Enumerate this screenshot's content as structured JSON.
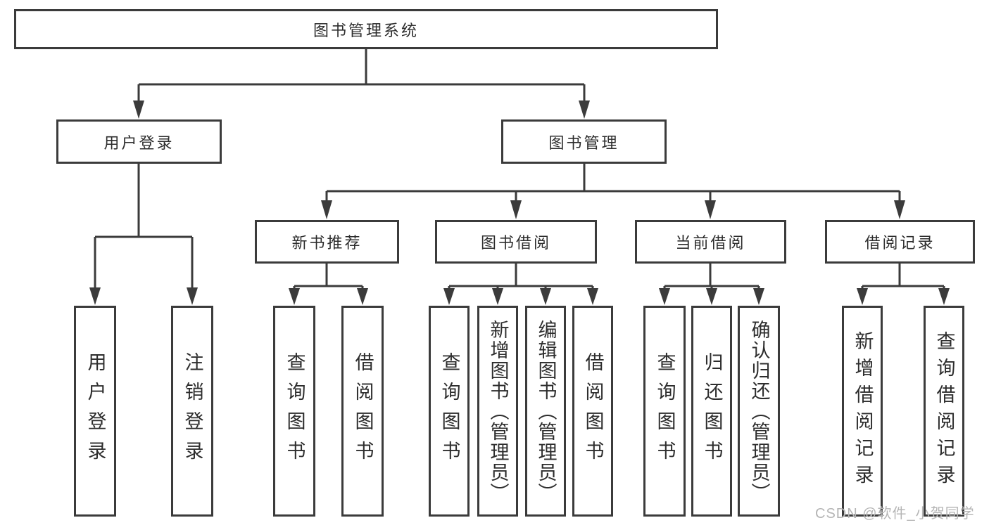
{
  "tree": {
    "label": "图书管理系统",
    "children": [
      {
        "label": "用户登录",
        "children": [
          {
            "label": "用户登录"
          },
          {
            "label": "注销登录"
          }
        ]
      },
      {
        "label": "图书管理",
        "children": [
          {
            "label": "新书推荐",
            "children": [
              {
                "label": "查询图书"
              },
              {
                "label": "借阅图书"
              }
            ]
          },
          {
            "label": "图书借阅",
            "children": [
              {
                "label": "查询图书"
              },
              {
                "label": "新增图书（管理员）"
              },
              {
                "label": "编辑图书（管理员）"
              },
              {
                "label": "借阅图书"
              }
            ]
          },
          {
            "label": "当前借阅",
            "children": [
              {
                "label": "查询图书"
              },
              {
                "label": "归还图书"
              },
              {
                "label": "确认归还（管理员）"
              }
            ]
          },
          {
            "label": "借阅记录",
            "children": [
              {
                "label": "新增借阅记录"
              },
              {
                "label": "查询借阅记录"
              }
            ]
          }
        ]
      }
    ]
  },
  "watermark": {
    "text": "CSDN @软件_小贺同学"
  },
  "colors": {
    "line": "#3b3b3b",
    "text": "#2d2d2d",
    "box_background": "#ffffff",
    "watermark": "#b5b5b5",
    "background": "#ffffff"
  }
}
